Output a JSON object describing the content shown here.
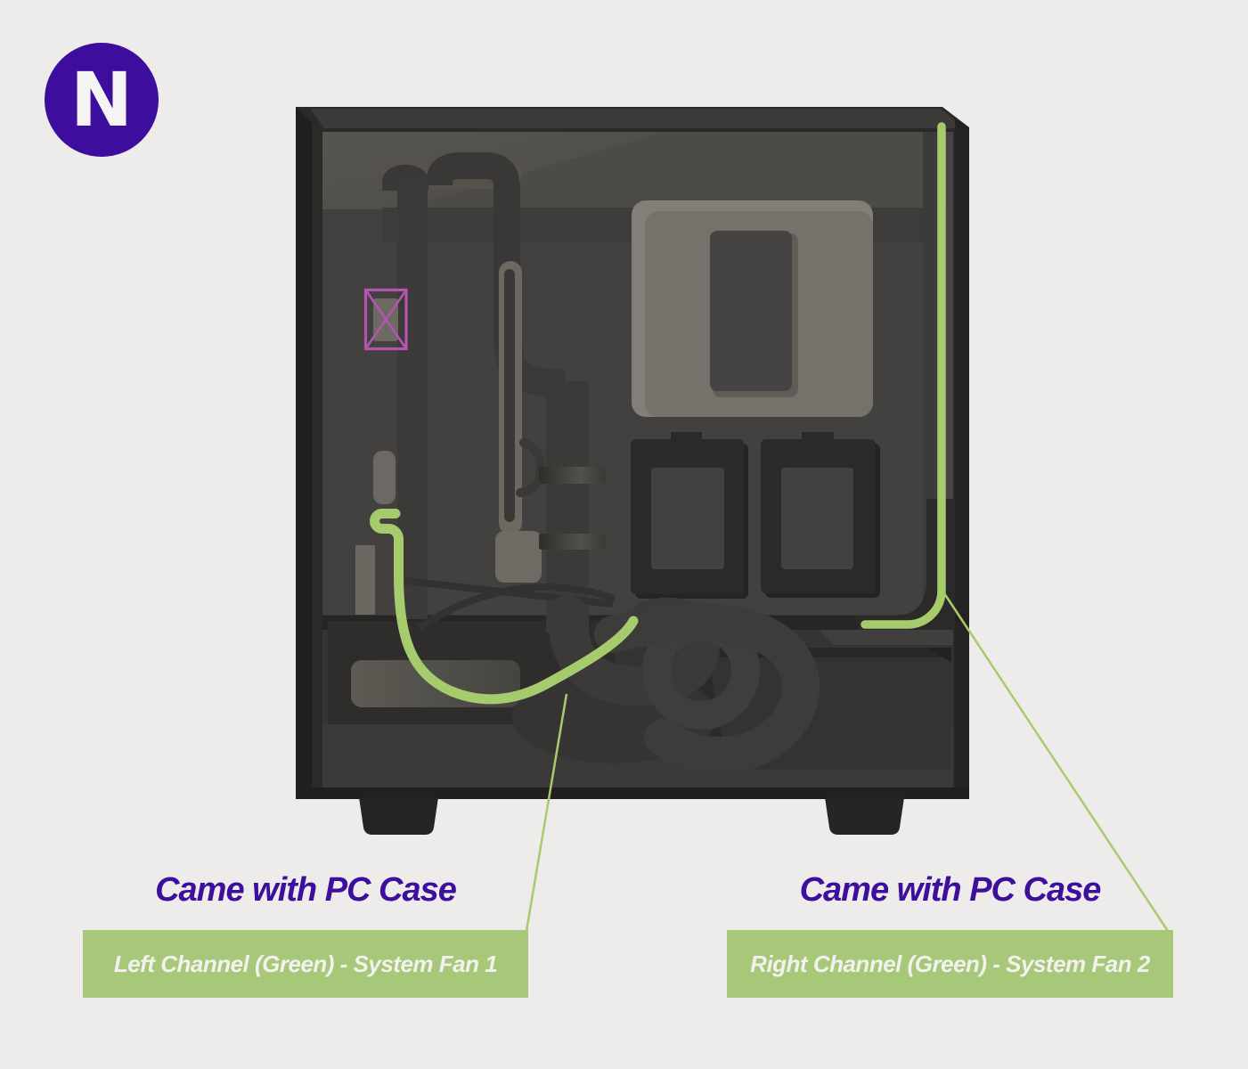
{
  "page": {
    "background": "#EDECEB",
    "description": "PC case cable routing diagram"
  },
  "logo": {
    "letter": "N",
    "circle_color": "#3D0D9D",
    "letter_color": "#F5F4F2"
  },
  "annotations": {
    "left": {
      "heading": "Came with PC Case",
      "label": "Left Channel (Green) - System Fan 1"
    },
    "right": {
      "heading": "Came with PC Case",
      "label": "Right Channel (Green) - System Fan 2"
    }
  },
  "colors": {
    "heading_text": "#3E0E9C",
    "label_box_bg": "#A7C878",
    "label_text": "#F2F1EF",
    "cable_green": "#A6CB6D",
    "leader_line": "#A8CB70",
    "marker_magenta": "#B355B0",
    "case_dark": "#2B2A29",
    "panel_gray": "#424140"
  }
}
